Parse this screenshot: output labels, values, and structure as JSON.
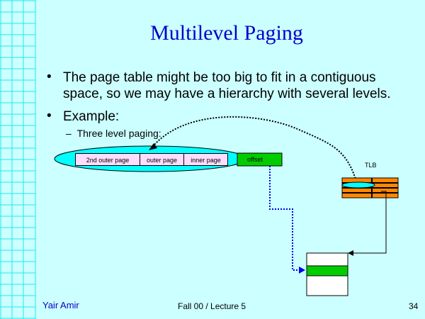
{
  "title": "Multilevel Paging",
  "bullets": [
    {
      "marker": "•",
      "text": "The page table might be too big to fit in a contiguous space, so we may have a hierarchy with several levels."
    },
    {
      "marker": "•",
      "text": "Example:"
    }
  ],
  "sub_bullet": {
    "marker": "–",
    "text": "Three level paging:"
  },
  "address": {
    "fields": [
      "2nd outer page",
      "outer page",
      "inner page",
      "offset"
    ]
  },
  "tlb_label": "TLB",
  "footer": {
    "author": "Yair Amir",
    "course": "Fall 00 / Lecture 5",
    "page": "34"
  },
  "colors": {
    "background": "#ccffff",
    "title": "#0000cc",
    "grid": "#00e5ee",
    "field": "#ffddff",
    "offset": "#00cc00",
    "ellipse": "#00ffff",
    "tlb": "#ff8800",
    "footer_author": "#0000cc"
  }
}
